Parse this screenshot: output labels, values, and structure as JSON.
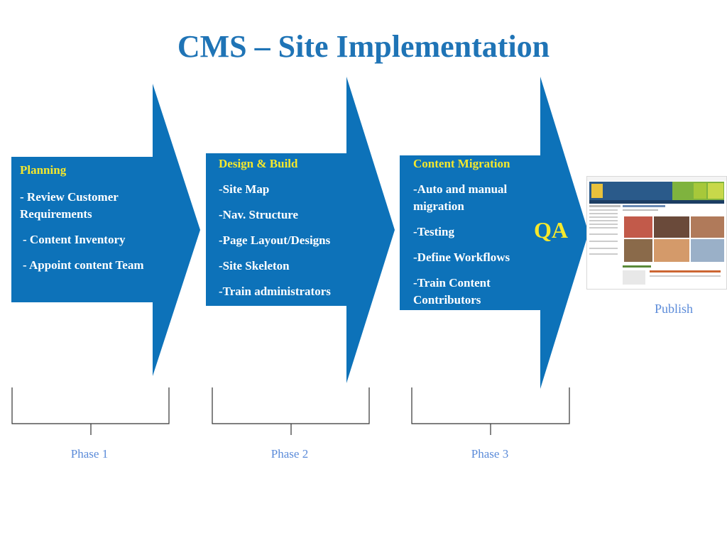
{
  "title": "CMS – Site Implementation",
  "colors": {
    "arrow": "#0d72b9",
    "heading": "#f5e82c",
    "title": "#1f74b6",
    "phase": "#5b8bd9"
  },
  "stages": [
    {
      "heading": "Planning",
      "items": [
        "- Review Customer Requirements",
        "- Content Inventory",
        "- Appoint content Team"
      ]
    },
    {
      "heading": "Design & Build",
      "items": [
        "-Site Map",
        "-Nav. Structure",
        "-Page Layout/Designs",
        "-Site Skeleton",
        "-Train administrators"
      ]
    },
    {
      "heading": "Content Migration",
      "items": [
        "-Auto and manual migration",
        "-Testing",
        "-Define Workflows",
        "-Train Content Contributors"
      ]
    }
  ],
  "qa_label": "QA",
  "publish_label": "Publish",
  "phases": [
    "Phase 1",
    "Phase 2",
    "Phase 3"
  ]
}
